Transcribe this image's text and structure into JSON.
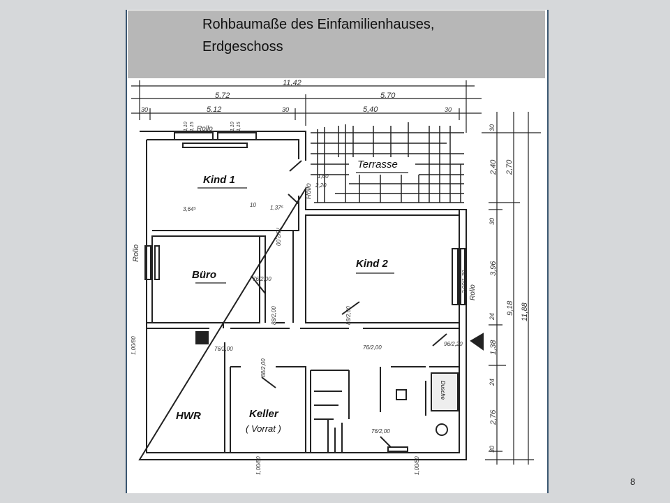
{
  "slide": {
    "title_line1": "Rohbaumaße des Einfamilienhauses,",
    "title_line2": "Erdgeschoss",
    "page_number": "8"
  },
  "plan": {
    "rooms": {
      "kind1": "Kind 1",
      "buero": "Büro",
      "kind2": "Kind 2",
      "hwr": "HWR",
      "keller": "Keller",
      "vorrat": "( Vorrat )",
      "terrasse": "Terrasse",
      "dusche": "Dusche"
    },
    "top_dims": [
      "11,42",
      "5,72",
      "5.70",
      "30",
      "5.12",
      "30",
      "5,40",
      "30"
    ],
    "window_dims": [
      "1,10",
      "1,15",
      "Rollo",
      "1,10",
      "1,15"
    ],
    "right_dims": [
      "30",
      "2,40",
      "2,70",
      "30",
      "3,96",
      "9,18",
      "11,88",
      "24",
      "1,38",
      "24",
      "2,76",
      "30"
    ],
    "interior_dims": [
      "3,64⁵",
      "10",
      "1,37⁵",
      "76/2,00",
      "76/2,00",
      "1,60",
      "2,20",
      "Rollo",
      "Rollo",
      "88/2,00",
      "88/2,00",
      "76/2,00",
      "88/2,00",
      "96/2,20",
      "76/2,00",
      "2,00/1,30",
      "Rollo",
      "1,00/80",
      "1,00/80",
      "1,00/80",
      "76/2,00"
    ]
  }
}
